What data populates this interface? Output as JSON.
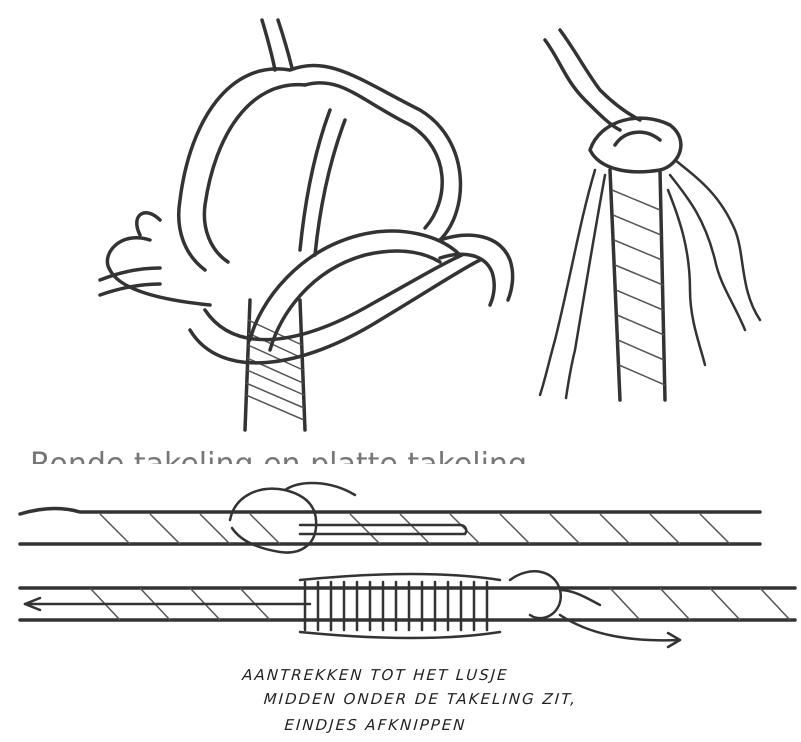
{
  "caption": {
    "line1": "AANTREKKEN TOT HET LUSJE",
    "line2": "MIDDEN ONDER DE TAKELING ZIT,",
    "line3": "EINDJES AFKNIPPEN"
  },
  "cutoff_heading": "Ronde takeling en platte takeling"
}
